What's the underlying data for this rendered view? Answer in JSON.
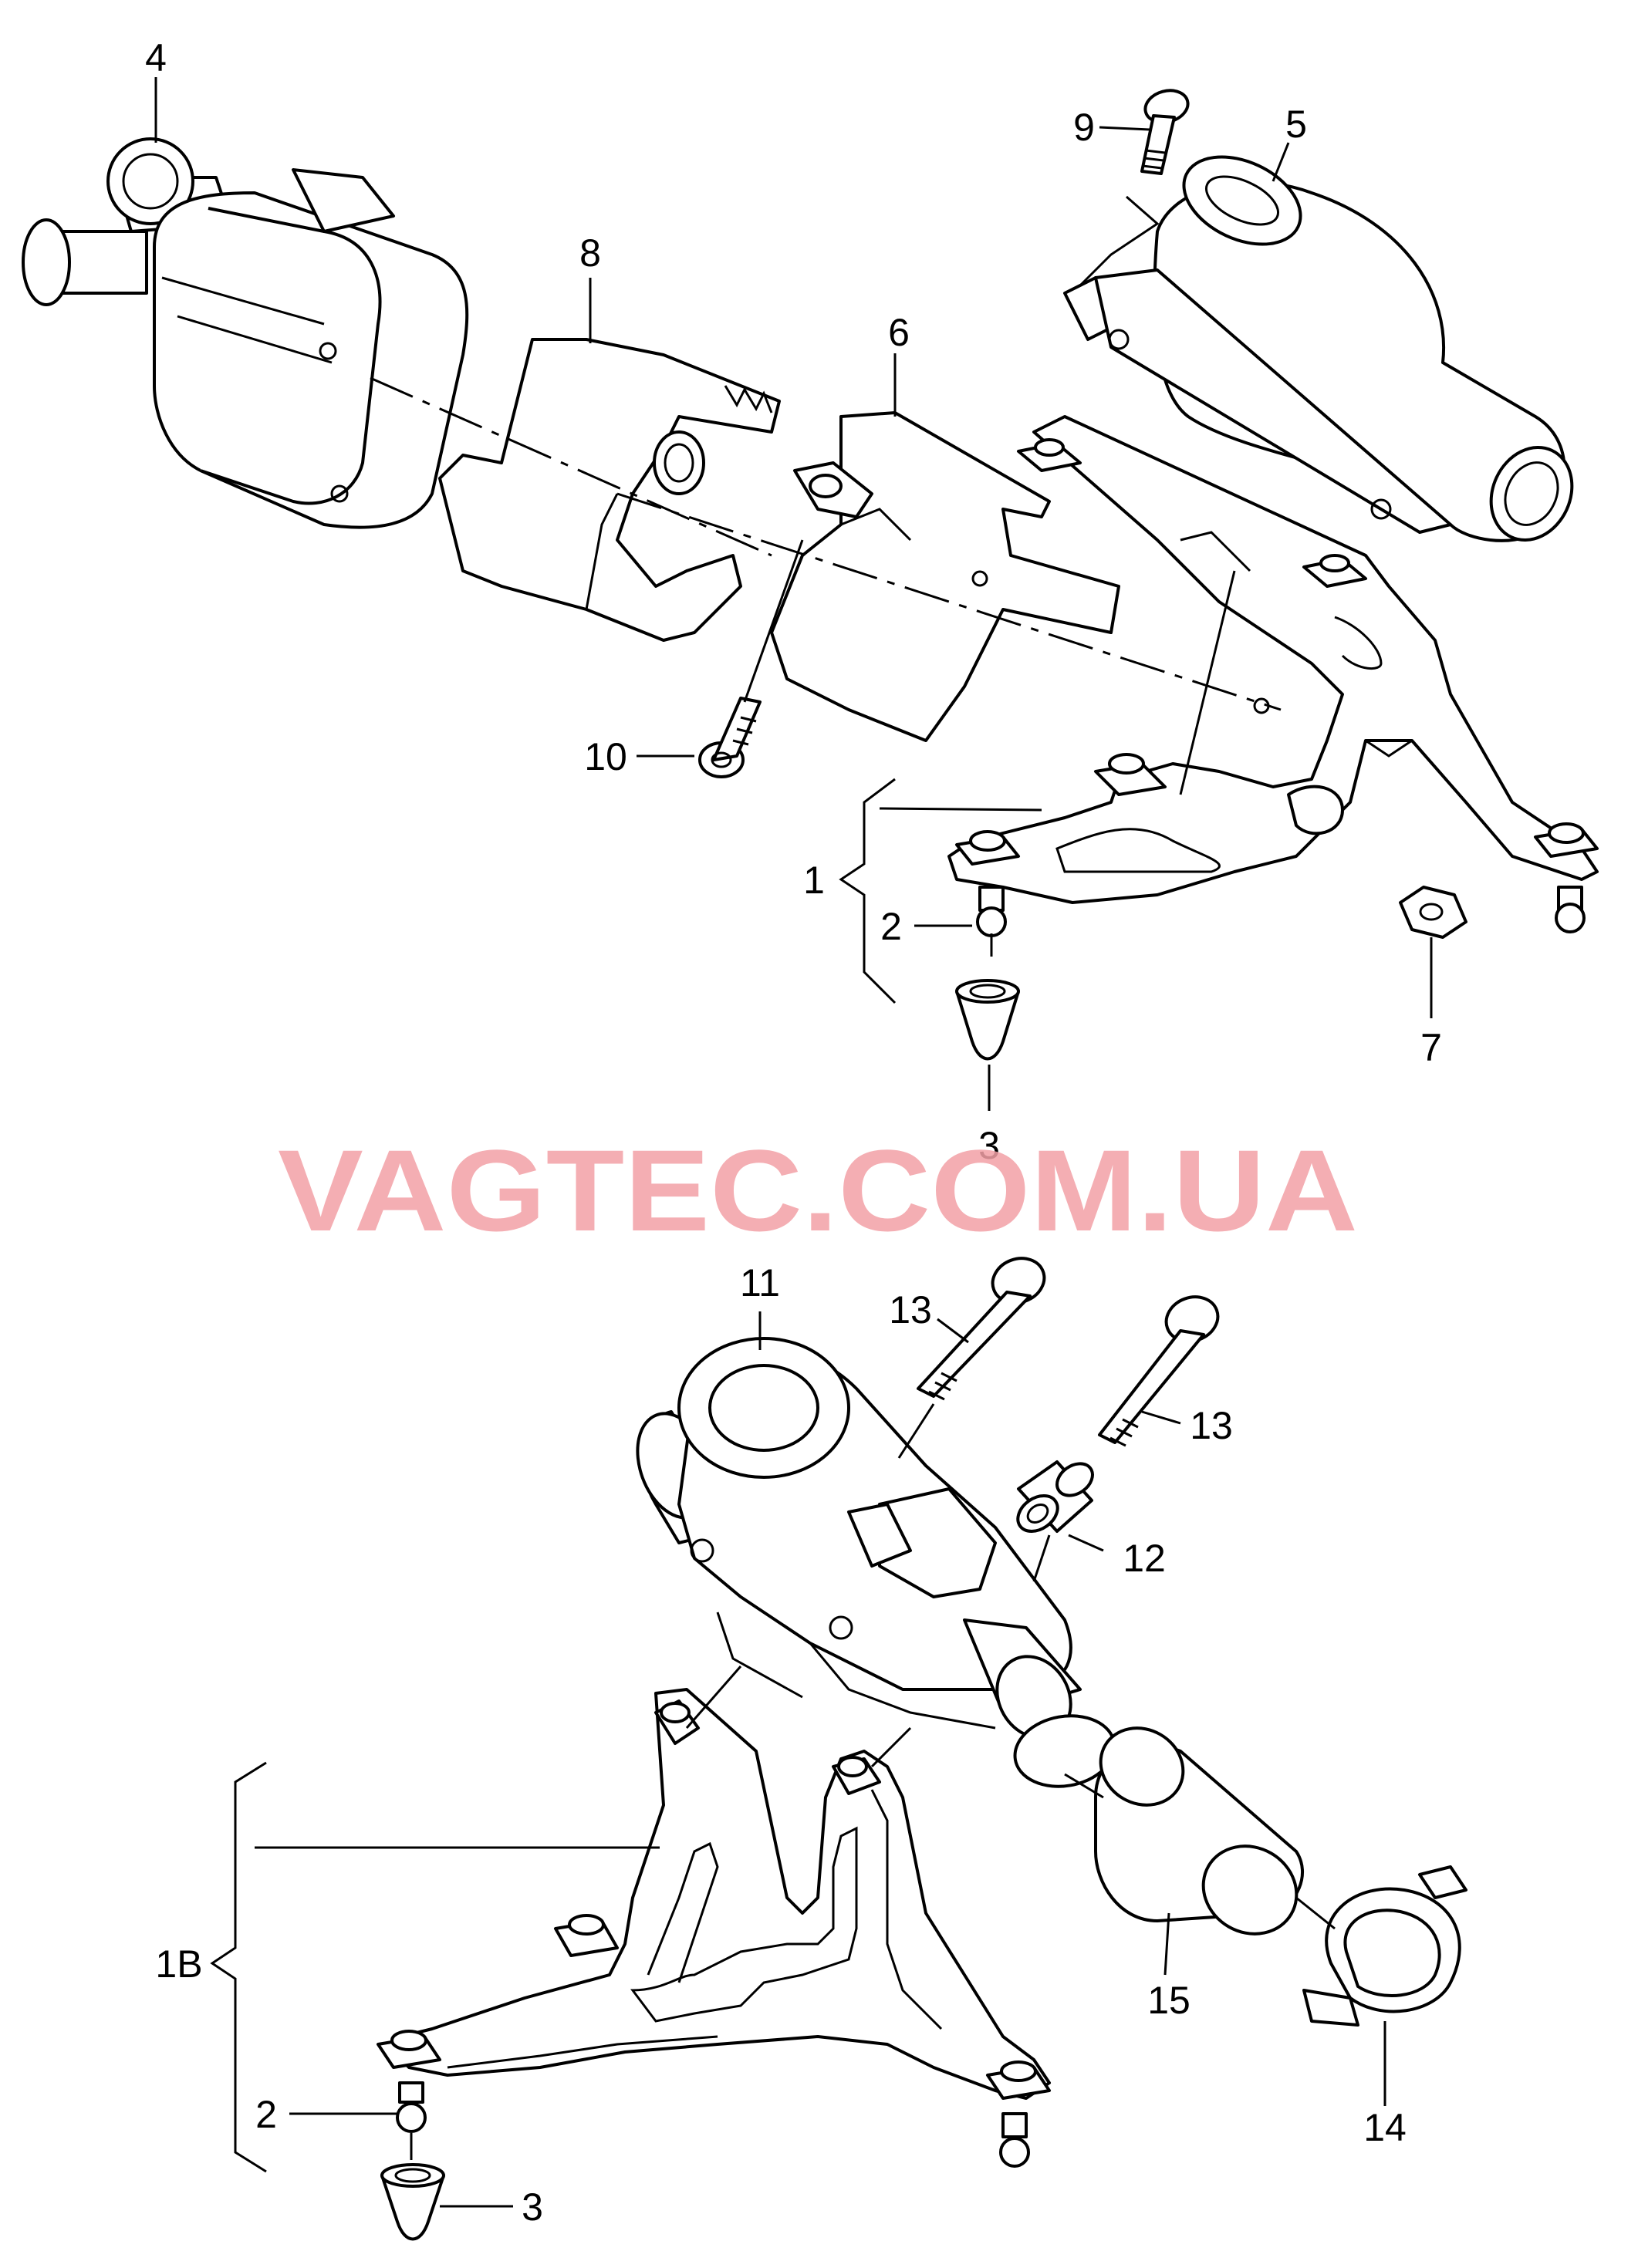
{
  "watermark": "VAGTEC.COM.UA",
  "callouts": {
    "c1": "1",
    "c1b": "1B",
    "c2_top": "2",
    "c2_bottom": "2",
    "c3_top": "3",
    "c3_bottom": "3",
    "c4": "4",
    "c5": "5",
    "c6": "6",
    "c7": "7",
    "c8": "8",
    "c9": "9",
    "c10": "10",
    "c11": "11",
    "c12": "12",
    "c13_left": "13",
    "c13_right": "13",
    "c14": "14",
    "c15": "15"
  },
  "colors": {
    "watermark": "#f3a0a6",
    "line": "#000000",
    "background": "#ffffff"
  }
}
